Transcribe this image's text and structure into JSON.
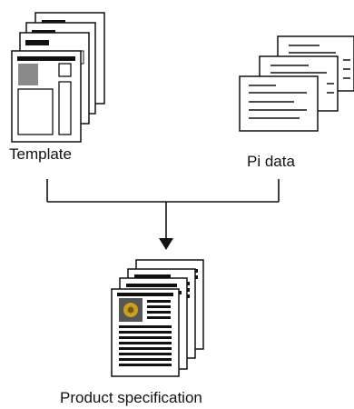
{
  "labels": {
    "template": "Template",
    "pi_data": "Pi data",
    "product_specification": "Product specification"
  },
  "colors": {
    "stroke": "#111111",
    "paper": "#ffffff",
    "gray_block": "#8a8a8a",
    "dark_block": "#555555",
    "light_block": "#cccccc",
    "emblem": "#c9a020",
    "emblem_center": "#7a5a10"
  }
}
